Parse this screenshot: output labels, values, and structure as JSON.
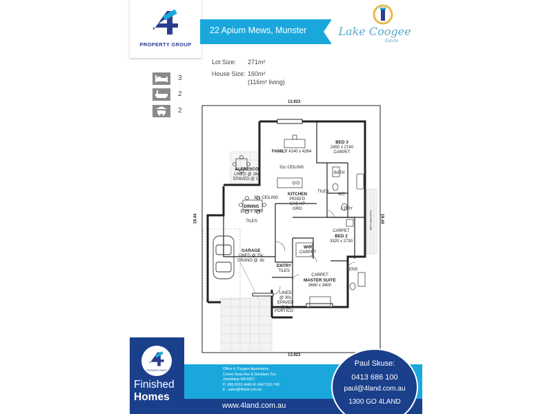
{
  "header": {
    "brand_sub": "PROPERTY GROUP",
    "brand_mark": "4LAND",
    "address": "22 Apium Mews, Munster",
    "estate_name": "Lake Coogee",
    "estate_sub": "Estate"
  },
  "facts": {
    "lot_label": "Lot Size:",
    "lot_value": "271m²",
    "house_label": "House Size:",
    "house_value": "160m²",
    "living_value": "(116m² living)"
  },
  "features": [
    {
      "icon": "bed-icon",
      "count": "3"
    },
    {
      "icon": "bath-icon",
      "count": "2"
    },
    {
      "icon": "car-icon",
      "count": "2"
    }
  ],
  "plan": {
    "width_top": "13.923",
    "width_bottom": "13.923",
    "depth_left": "19.44",
    "depth_right": "19.44",
    "rooms": {
      "family": "FAMILY",
      "family_dim": "4140 x 4264",
      "ceiling1": "31c CEILING",
      "alfresco": "ALFRESCO",
      "alfresco_sub1": "LINED @ 28c",
      "alfresco_sub2": "EPAVED @ 1c",
      "kitchen": "KITCHEN",
      "kitchen_sub1": "PEND'D",
      "kitchen_sub2": "GAS HP",
      "kitchen_sub3": "GRO",
      "ceiling2": "31c CEILING",
      "dining": "DINING",
      "dining_dim": "3070 x 3340",
      "dining_floor": "TILES",
      "bed3": "BED 3",
      "bed3_dim": "2450 x 2740",
      "bed3_floor": "CARPET",
      "bath": "BATH",
      "wc": "WC",
      "tiles": "TILES",
      "ldry": "L'DRY",
      "bed2": "BED 2",
      "bed2_floor": "CARPET",
      "bed2_dim": "3320 x 2730",
      "wir": "WIR",
      "wir_floor": "CARPET",
      "garage": "GARAGE",
      "garage_sub1": "LINED @ 25c",
      "garage_sub2": "GRANO @ .8c",
      "entry": "ENTRY",
      "entry_floor": "TILES",
      "master_floor": "CARPET",
      "master": "MASTER SUITE",
      "master_dim": "3660 x 3400",
      "ens": "ENS",
      "portico_sub1": "LINED",
      "portico_sub2": "@ 30c",
      "portico_sub3": "EPAVED",
      "portico_sub4": "@ 1c",
      "portico": "PORTICO",
      "clothes_line": "CLOTHES LINE"
    }
  },
  "footer": {
    "fh_mark_sub": "FINISHED HOMES",
    "fh_line1": "Finished",
    "fh_line2": "Homes",
    "office_line1": "Office 4, Oxygen Apartments",
    "office_line2": "Corner Boas Ave & Davidson Tce,",
    "office_line3": "Joondalup WA 6027",
    "office_line4": "P: (08) 9301 4445    M: 0447 816 745",
    "office_line5": "E : sales@4land.com.au",
    "website": "www.4land.com.au",
    "contact_name": "Paul Skuse:",
    "contact_phone": "0413 686 100",
    "contact_email": "paul@4land.com.au",
    "contact_alt": "1300 GO 4LAND"
  },
  "colors": {
    "accent": "#1aa8dc",
    "brand": "#1a3f8b"
  }
}
